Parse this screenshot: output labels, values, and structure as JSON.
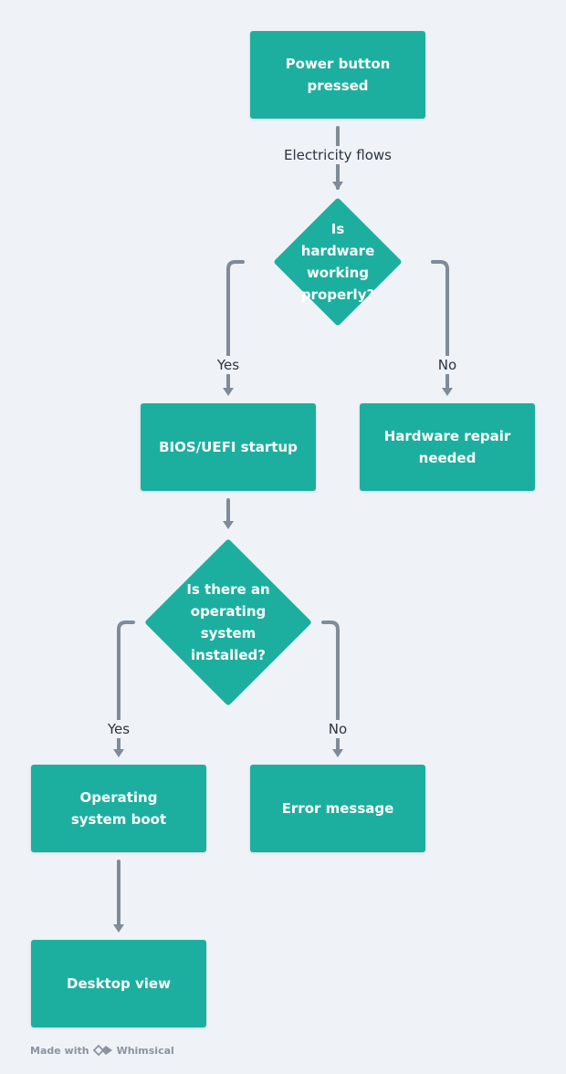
{
  "nodes": {
    "power": "Power button pressed",
    "hardware_check": "Is hardware working properly?",
    "bios": "BIOS/UEFI startup",
    "repair": "Hardware repair needed",
    "os_check": "Is there an operating system installed?",
    "os_boot": "Operating system boot",
    "error": "Error message",
    "desktop": "Desktop view"
  },
  "edges": {
    "electricity": "Electricity flows",
    "yes_1": "Yes",
    "no_1": "No",
    "yes_2": "Yes",
    "no_2": "No"
  },
  "footer": {
    "made_with": "Made with",
    "brand": "Whimsical"
  },
  "colors": {
    "node": "#1caf9f",
    "edge": "#7f8b99",
    "background": "#eff3f7"
  },
  "icons": {
    "brand_logo": "whimsical-logo-icon"
  }
}
